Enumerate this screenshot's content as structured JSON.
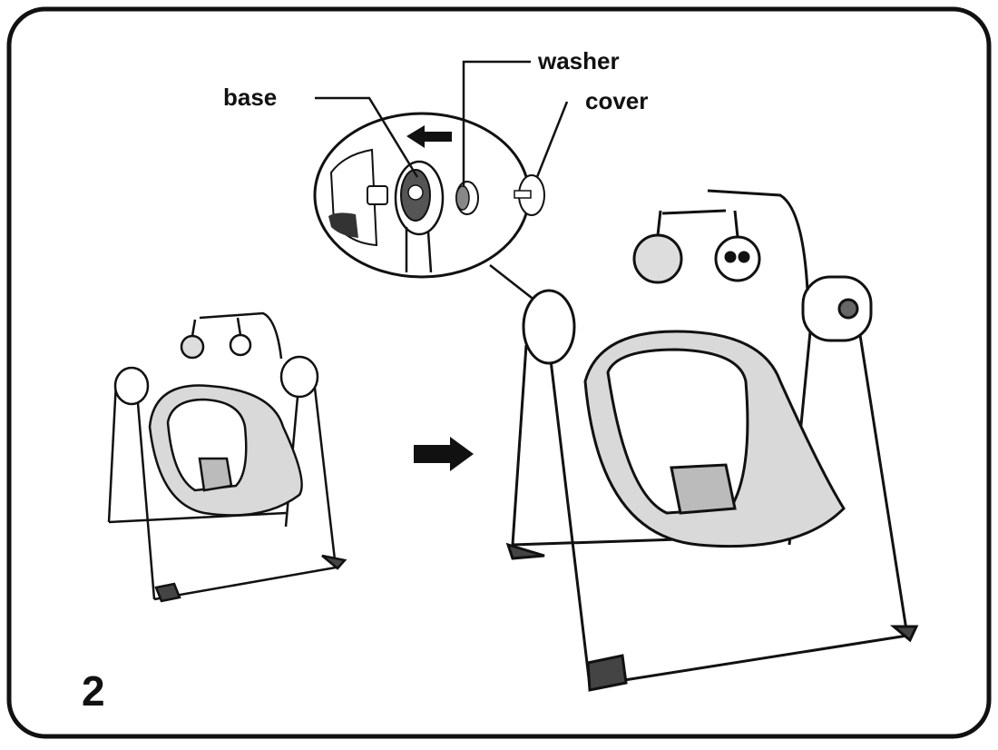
{
  "labels": {
    "washer": "washer",
    "base": "base",
    "cover": "cover"
  },
  "step_number": "2",
  "icons": [
    "arrow-right-icon",
    "arrow-left-icon"
  ],
  "colors": {
    "stroke": "#111111",
    "seat_fill": "#d9d9d9",
    "frame": "#222222"
  }
}
